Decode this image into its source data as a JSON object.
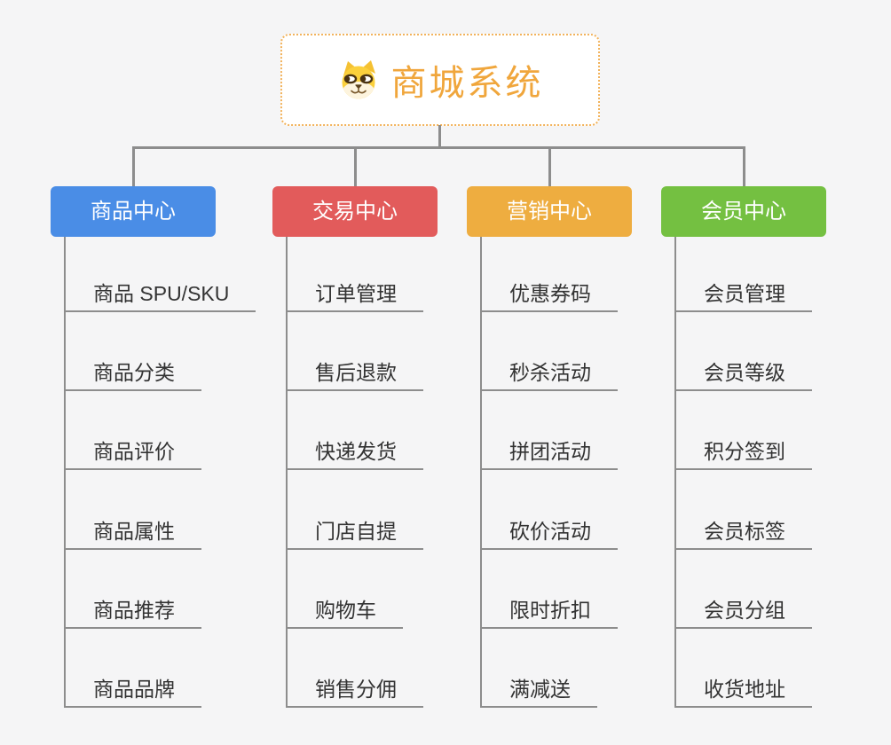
{
  "diagram": {
    "type": "mindmap-org-chart",
    "background_color": "#f5f5f6",
    "line_color": "#8d8d8d"
  },
  "root": {
    "label": "商城系统",
    "icon": "dog-face",
    "accent_color": "#f0a63c",
    "border_color": "#f2b35c"
  },
  "branches": [
    {
      "label": "商品中心",
      "color": "#4a8de6",
      "children": [
        "商品 SPU/SKU",
        "商品分类",
        "商品评价",
        "商品属性",
        "商品推荐",
        "商品品牌"
      ]
    },
    {
      "label": "交易中心",
      "color": "#e25b5b",
      "children": [
        "订单管理",
        "售后退款",
        "快递发货",
        "门店自提",
        "购物车",
        "销售分佣"
      ]
    },
    {
      "label": "营销中心",
      "color": "#eead40",
      "children": [
        "优惠券码",
        "秒杀活动",
        "拼团活动",
        "砍价活动",
        "限时折扣",
        "满减送"
      ]
    },
    {
      "label": "会员中心",
      "color": "#74c041",
      "children": [
        "会员管理",
        "会员等级",
        "积分签到",
        "会员标签",
        "会员分组",
        "收货地址"
      ]
    }
  ]
}
